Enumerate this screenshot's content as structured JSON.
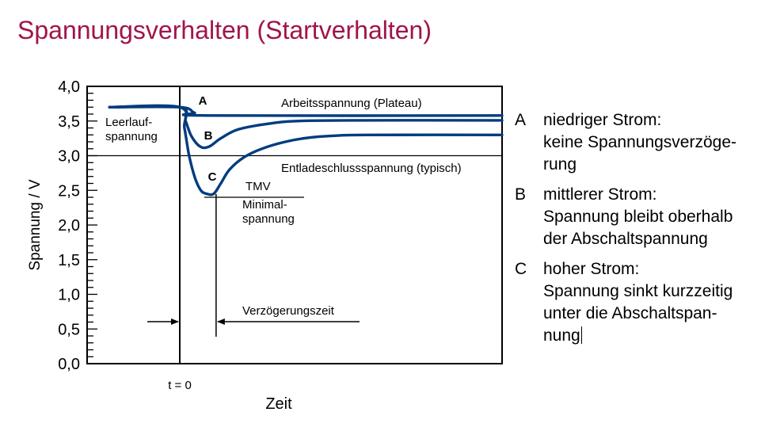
{
  "page": {
    "title": "Spannungsverhalten (Startverhalten)",
    "title_color": "#a0154a"
  },
  "chart_data": {
    "type": "line",
    "ylabel": "Spannung / V",
    "xlabel": "Zeit",
    "ylim": [
      0,
      4.0
    ],
    "yticks": [
      "0,0",
      "0,5",
      "1,0",
      "1,5",
      "2,0",
      "2,5",
      "3,0",
      "3,5",
      "4,0"
    ],
    "x_marker_label": "t = 0",
    "grid": false,
    "line_color": "#003c7e",
    "series": [
      {
        "name": "A",
        "x": [
          -1.2,
          0,
          0.25,
          0.5,
          5.5
        ],
        "values": [
          3.7,
          3.7,
          3.62,
          3.58,
          3.58
        ]
      },
      {
        "name": "B",
        "x": [
          -1.2,
          0,
          0.1,
          0.2,
          0.35,
          0.5,
          0.7,
          1.0,
          1.5,
          2.0,
          3.0,
          5.5
        ],
        "values": [
          3.7,
          3.7,
          3.5,
          3.28,
          3.13,
          3.13,
          3.25,
          3.38,
          3.46,
          3.5,
          3.51,
          3.51
        ]
      },
      {
        "name": "C",
        "x": [
          -1.2,
          0,
          0.08,
          0.16,
          0.26,
          0.36,
          0.46,
          0.58,
          0.7,
          0.85,
          1.1,
          1.4,
          1.8,
          2.2,
          2.7,
          3.2,
          5.5
        ],
        "values": [
          3.7,
          3.7,
          3.4,
          3.0,
          2.68,
          2.5,
          2.45,
          2.45,
          2.6,
          2.8,
          2.98,
          3.1,
          3.2,
          3.26,
          3.29,
          3.3,
          3.3
        ]
      }
    ],
    "annotations": {
      "leerlauf": [
        "Leerlauf-",
        "spannung"
      ],
      "plateau": "Arbeitsspannung (Plateau)",
      "entladeschluss": "Entladeschlussspannung (typisch)",
      "tmv": "TMV",
      "minimal": [
        "Minimal-",
        "spannung"
      ],
      "verzoegerung": "Verzögerungszeit",
      "entladeschluss_value": 3.0,
      "curve_letters": [
        "A",
        "B",
        "C"
      ]
    }
  },
  "legend": [
    {
      "letter": "A",
      "text": "niedriger Strom:\nkeine Spannungsverzöge-\nrung"
    },
    {
      "letter": "B",
      "text": "mittlerer Strom:\nSpannung bleibt oberhalb\nder Abschaltspannung"
    },
    {
      "letter": "C",
      "text": "hoher Strom:\nSpannung sinkt kurzzeitig\nunter die Abschaltspan-\nnung"
    }
  ]
}
